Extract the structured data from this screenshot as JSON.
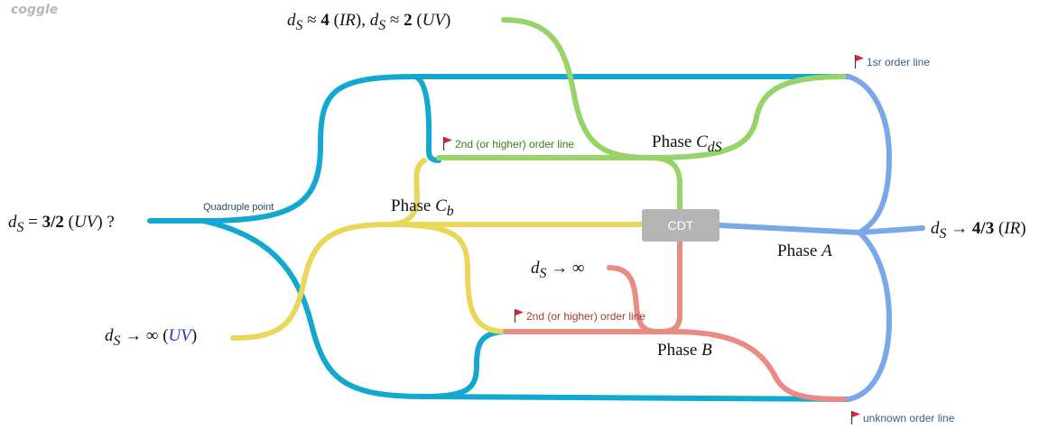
{
  "brand": "coggle",
  "colors": {
    "blue": "#13a8cf",
    "lightblue": "#79a7ea",
    "green": "#98d36a",
    "yellow": "#e8d85a",
    "red": "#e98a83",
    "ir": "#d42020",
    "uv": "#2233cc",
    "cdt_box": "#b4b4b4",
    "text_dark": "#2b4b61",
    "text_green": "#3e7a1a",
    "text_red": "#a23b3b",
    "text_blue": "#3b5b8a",
    "flag": "#d8243a"
  },
  "center_node": {
    "label": "CDT"
  },
  "phase_labels": {
    "a": "Phase A",
    "b": "Phase B",
    "cb": "Phase C_b",
    "cds": "Phase C_dS"
  },
  "endpoints": {
    "top": "d_S ≈ 4 (IR), d_S ≈ 2 (UV)",
    "left": "d_S = 3/2 (UV) ?",
    "bottom_left": "d_S → ∞ (UV)",
    "middle": "d_S → ∞",
    "right": "d_S → 4/3 (IR)"
  },
  "transition_labels": {
    "first_order": "1sr order line",
    "second_order_green": "2nd (or higher) order line",
    "second_order_red": "2nd (or higher) order line",
    "unknown": "unknown order line",
    "quadruple": "Quadruple point"
  }
}
